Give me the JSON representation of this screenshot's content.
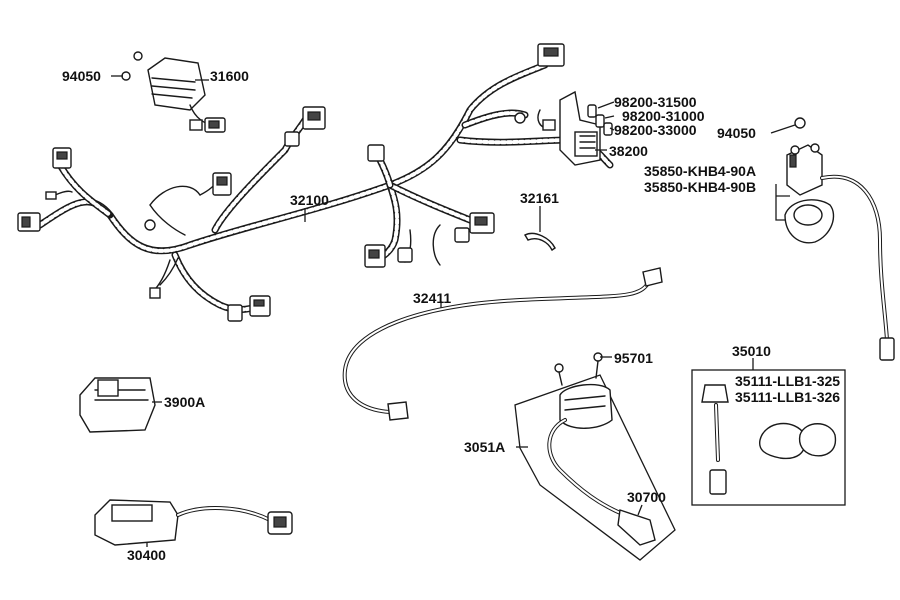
{
  "labels": {
    "p94050_left": "94050",
    "p31600": "31600",
    "p32100": "32100",
    "p32161": "32161",
    "p98200_31500": "98200-31500",
    "p98200_31000": "98200-31000",
    "p98200_33000": "98200-33000",
    "p38200": "38200",
    "p94050_right": "94050",
    "p35850_a": "35850-KHB4-90A",
    "p35850_b": "35850-KHB4-90B",
    "p32411": "32411",
    "p95701": "95701",
    "p35010": "35010",
    "p35111_325": "35111-LLB1-325",
    "p35111_326": "35111-LLB1-326",
    "p3900A": "3900A",
    "p3051A": "3051A",
    "p30700": "30700",
    "p30400": "30400"
  }
}
